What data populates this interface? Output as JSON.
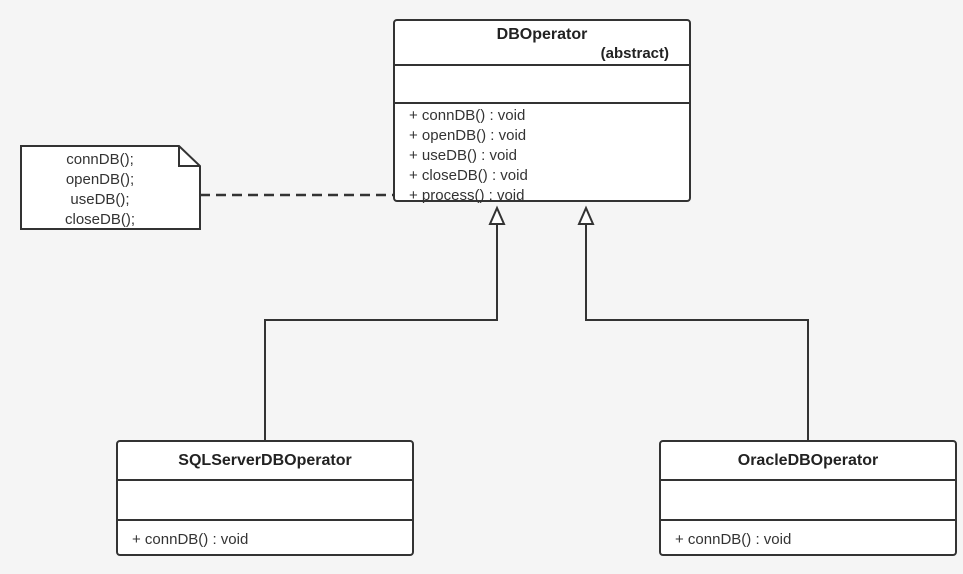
{
  "classes": {
    "base": {
      "name": "DBOperator",
      "stereotype": "(abstract)",
      "operations": [
        "+ connDB() : void",
        "+ openDB() : void",
        "+ useDB() : void",
        "+ closeDB() : void",
        "+ process() : void"
      ]
    },
    "sqlserver": {
      "name": "SQLServerDBOperator",
      "operations": [
        "+ connDB() : void"
      ]
    },
    "oracle": {
      "name": "OracleDBOperator",
      "operations": [
        "+ connDB() : void"
      ]
    }
  },
  "note": {
    "lines": [
      "connDB();",
      "openDB();",
      "useDB();",
      "closeDB();"
    ]
  },
  "colors": {
    "line": "#333333",
    "background": "#f5f5f5",
    "box_fill": "#ffffff"
  }
}
